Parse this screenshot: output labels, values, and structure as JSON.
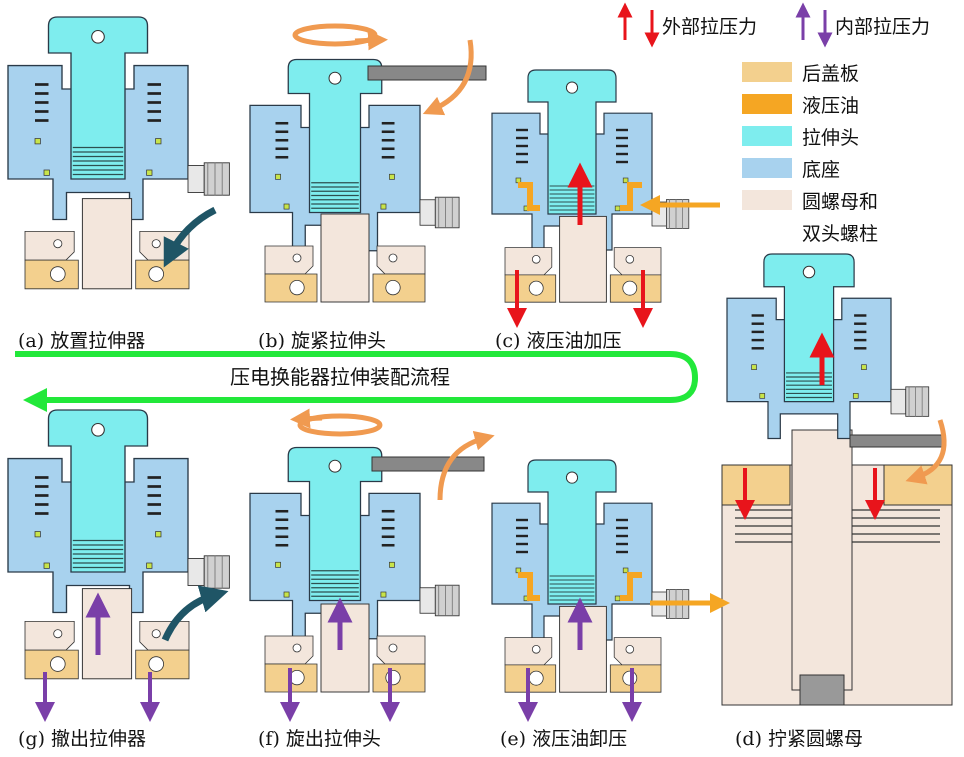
{
  "legend": {
    "external_force": "外部拉压力",
    "internal_force": "内部拉压力",
    "items": [
      {
        "label": "后盖板",
        "color": "#F3D08E"
      },
      {
        "label": "液压油",
        "color": "#F5A623"
      },
      {
        "label": "拉伸头",
        "color": "#7EEDEE"
      },
      {
        "label": "底座",
        "color": "#A8D2EE"
      },
      {
        "label": "圆螺母和",
        "color": "#F3E6DC"
      },
      {
        "label": "双头螺柱",
        "color": ""
      }
    ]
  },
  "flow_label": "压电换能器拉伸装配流程",
  "steps": {
    "a": "(a) 放置拉伸器",
    "b": "(b) 旋紧拉伸头",
    "c": "(c) 液压油加压",
    "d": "(d) 拧紧圆螺母",
    "e": "(e) 液压油卸压",
    "f": "(f) 旋出拉伸头",
    "g": "(g) 撤出拉伸器"
  },
  "colors": {
    "external": "#E8141B",
    "internal": "#7A3FA8",
    "flow": "#22E83A",
    "rotation": "#F09A50",
    "move": "#1F5566"
  }
}
